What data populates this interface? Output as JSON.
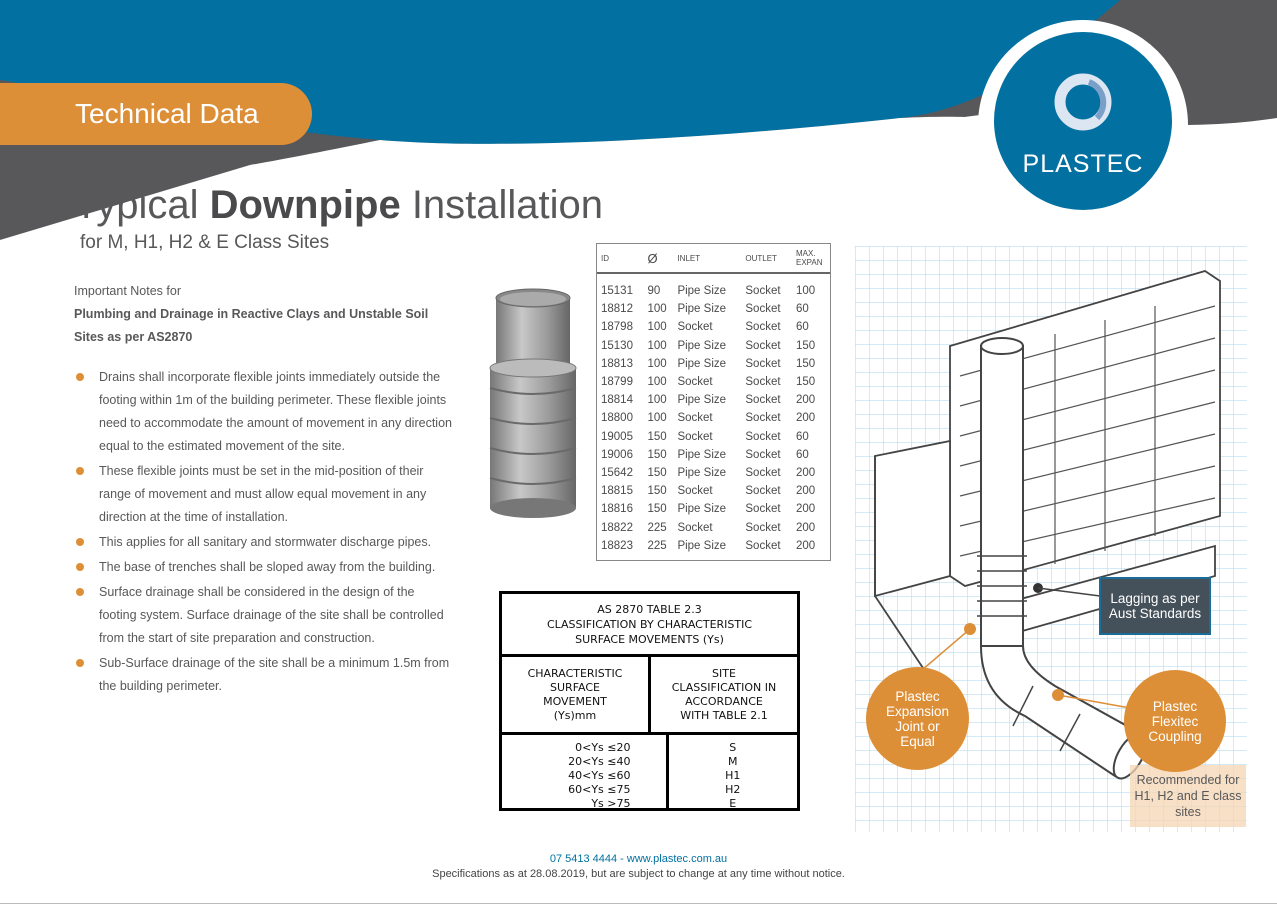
{
  "header": {
    "section_tab": "Technical Data",
    "brand": "PLASTEC",
    "colors": {
      "blue": "#0270a0",
      "grey": "#58585a",
      "orange": "#dd8f38"
    }
  },
  "title": {
    "pre": "Typical ",
    "bold": "Downpipe",
    "post": " Installation",
    "subtitle": "for M, H1, H2 & E Class Sites"
  },
  "notes": {
    "intro": "Important Notes for",
    "heading": "Plumbing and Drainage in Reactive Clays and Unstable Soil Sites as per AS2870",
    "items": [
      "Drains shall incorporate flexible joints immediately outside the footing within 1m of the building perimeter. These flexible joints need to accommodate the amount of movement in any direction equal to the estimated movement of the site.",
      "These flexible joints must be set in the mid-position of their range of movement and must allow equal movement in any direction at the time of installation.",
      "This applies for all sanitary and stormwater discharge pipes.",
      "The base of trenches shall be sloped away from the building.",
      "Surface drainage shall be considered in the design of the footing system. Surface drainage of the site shall be controlled from the start of site preparation and construction.",
      "Sub-Surface drainage of the site shall be a minimum 1.5m from the building perimeter."
    ]
  },
  "product_table": {
    "headers": [
      "ID",
      "Ø",
      "INLET",
      "OUTLET",
      "MAX. EXPAN"
    ],
    "rows": [
      [
        "15131",
        "90",
        "Pipe Size",
        "Socket",
        "100"
      ],
      [
        "18812",
        "100",
        "Pipe Size",
        "Socket",
        "60"
      ],
      [
        "18798",
        "100",
        "Socket",
        "Socket",
        "60"
      ],
      [
        "15130",
        "100",
        "Pipe Size",
        "Socket",
        "150"
      ],
      [
        "18813",
        "100",
        "Pipe Size",
        "Socket",
        "150"
      ],
      [
        "18799",
        "100",
        "Socket",
        "Socket",
        "150"
      ],
      [
        "18814",
        "100",
        "Pipe Size",
        "Socket",
        "200"
      ],
      [
        "18800",
        "100",
        "Socket",
        "Socket",
        "200"
      ],
      [
        "19005",
        "150",
        "Socket",
        "Socket",
        "60"
      ],
      [
        "19006",
        "150",
        "Pipe Size",
        "Socket",
        "60"
      ],
      [
        "15642",
        "150",
        "Pipe Size",
        "Socket",
        "200"
      ],
      [
        "18815",
        "150",
        "Socket",
        "Socket",
        "200"
      ],
      [
        "18816",
        "150",
        "Pipe Size",
        "Socket",
        "200"
      ],
      [
        "18822",
        "225",
        "Socket",
        "Socket",
        "200"
      ],
      [
        "18823",
        "225",
        "Pipe Size",
        "Socket",
        "200"
      ]
    ]
  },
  "as_table": {
    "title": [
      "AS 2870 TABLE 2.3",
      "CLASSIFICATION BY CHARACTERISTIC",
      "SURFACE MOVEMENTS (Ys)"
    ],
    "col1_header": [
      "CHARACTERISTIC",
      "SURFACE",
      "MOVEMENT",
      "(Ys)mm"
    ],
    "col2_header": [
      "SITE",
      "CLASSIFICATION IN",
      "ACCORDANCE",
      "WITH TABLE 2.1"
    ],
    "movements": [
      "0<Ys ≤20",
      "20<Ys ≤40",
      "40<Ys ≤60",
      "60<Ys ≤75",
      "Ys >75"
    ],
    "classes": [
      "S",
      "M",
      "H1",
      "H2",
      "E"
    ]
  },
  "diagram": {
    "lagging": "Lagging as per Aust Standards",
    "expansion": "Plastec Expansion Joint or Equal",
    "coupling": "Plastec Flexitec Coupling",
    "recommended": "Recommended for H1, H2 and E class sites"
  },
  "footer": {
    "contact": "07 5413 4444 - www.plastec.com.au",
    "disclaimer": "Specifications as at 28.08.2019, but are subject to change at any time without notice."
  }
}
